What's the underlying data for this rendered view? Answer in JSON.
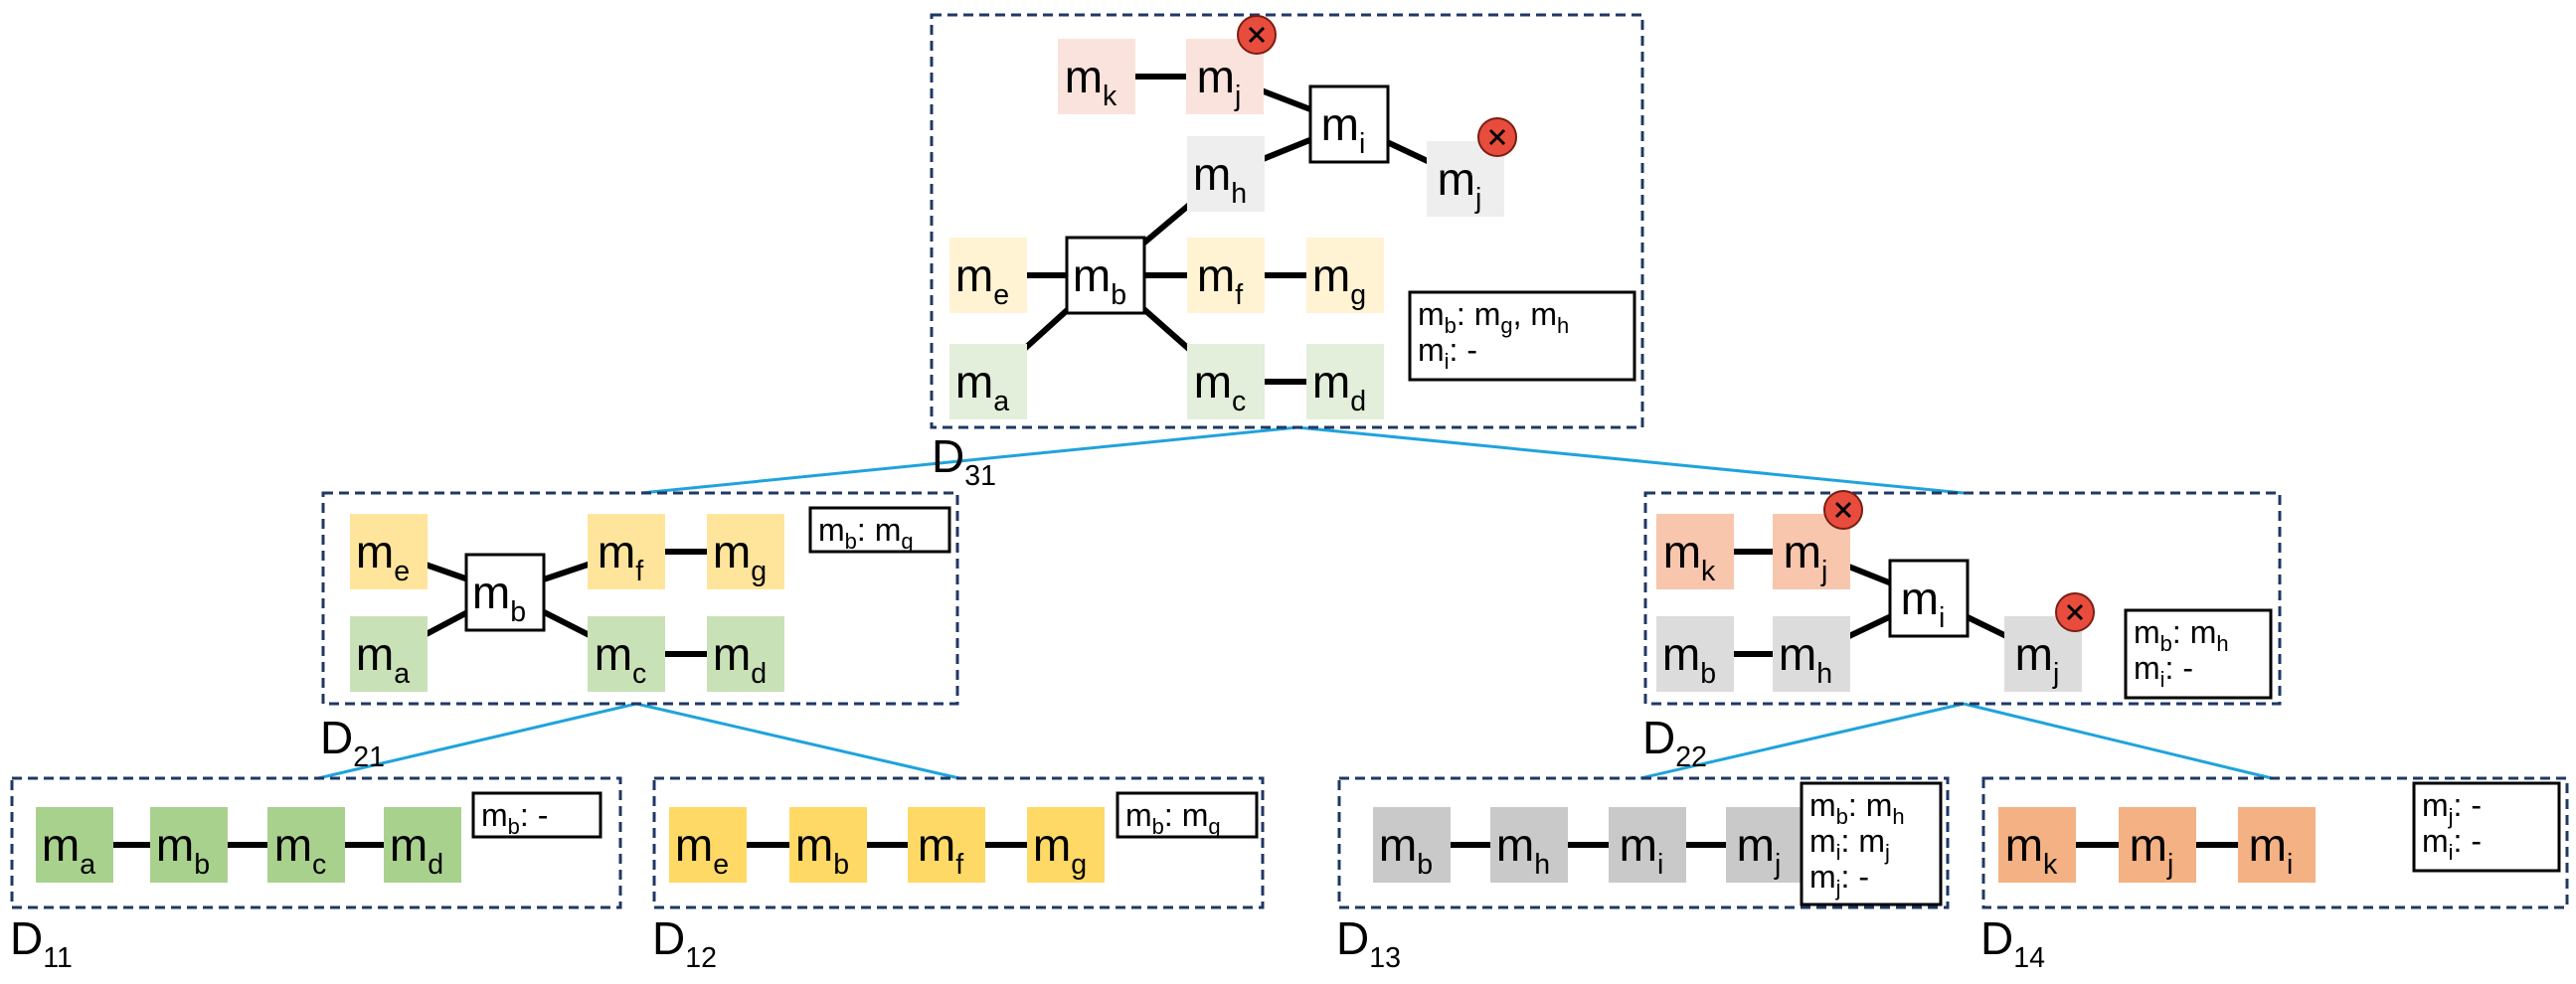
{
  "panels": [
    {
      "id": "d31",
      "label": "D",
      "label_sub": "31",
      "nodes": [
        {
          "id": "mk",
          "base": "m",
          "sub": "k",
          "fill": "#fae3dc",
          "boxed": false
        },
        {
          "id": "mj1",
          "base": "m",
          "sub": "j",
          "fill": "#fae3dc",
          "boxed": false,
          "removed": true
        },
        {
          "id": "mi",
          "base": "m",
          "sub": "i",
          "fill": "#ffffff",
          "boxed": true
        },
        {
          "id": "mj2",
          "base": "m",
          "sub": "j",
          "fill": "#eeeeee",
          "boxed": false,
          "removed": true
        },
        {
          "id": "mh",
          "base": "m",
          "sub": "h",
          "fill": "#eeeeee",
          "boxed": false
        },
        {
          "id": "me",
          "base": "m",
          "sub": "e",
          "fill": "#fff3d3",
          "boxed": false
        },
        {
          "id": "mb",
          "base": "m",
          "sub": "b",
          "fill": "#ffffff",
          "boxed": true
        },
        {
          "id": "mf",
          "base": "m",
          "sub": "f",
          "fill": "#fff3d3",
          "boxed": false
        },
        {
          "id": "mg",
          "base": "m",
          "sub": "g",
          "fill": "#fff3d3",
          "boxed": false
        },
        {
          "id": "ma",
          "base": "m",
          "sub": "a",
          "fill": "#e3eedb",
          "boxed": false
        },
        {
          "id": "mc",
          "base": "m",
          "sub": "c",
          "fill": "#e3eedb",
          "boxed": false
        },
        {
          "id": "md",
          "base": "m",
          "sub": "d",
          "fill": "#e3eedb",
          "boxed": false
        }
      ],
      "info": [
        [
          {
            "t": "m"
          },
          {
            "s": "b"
          },
          {
            "t": ": m"
          },
          {
            "s": "g"
          },
          {
            "t": ", m"
          },
          {
            "s": "h"
          }
        ],
        [
          {
            "t": "m"
          },
          {
            "s": "i"
          },
          {
            "t": ": -"
          }
        ]
      ]
    },
    {
      "id": "d21",
      "label": "D",
      "label_sub": "21",
      "nodes": [
        {
          "id": "me",
          "base": "m",
          "sub": "e",
          "fill": "#ffe49b",
          "boxed": false
        },
        {
          "id": "mb",
          "base": "m",
          "sub": "b",
          "fill": "#ffffff",
          "boxed": true
        },
        {
          "id": "mf",
          "base": "m",
          "sub": "f",
          "fill": "#ffe49b",
          "boxed": false
        },
        {
          "id": "mg",
          "base": "m",
          "sub": "g",
          "fill": "#ffe49b",
          "boxed": false
        },
        {
          "id": "ma",
          "base": "m",
          "sub": "a",
          "fill": "#c9e1b6",
          "boxed": false
        },
        {
          "id": "mc",
          "base": "m",
          "sub": "c",
          "fill": "#c9e1b6",
          "boxed": false
        },
        {
          "id": "md",
          "base": "m",
          "sub": "d",
          "fill": "#c9e1b6",
          "boxed": false
        }
      ],
      "info": [
        [
          {
            "t": "m"
          },
          {
            "s": "b"
          },
          {
            "t": ": m"
          },
          {
            "s": "g"
          }
        ]
      ]
    },
    {
      "id": "d22",
      "label": "D",
      "label_sub": "22",
      "nodes": [
        {
          "id": "mk",
          "base": "m",
          "sub": "k",
          "fill": "#f7c6ad",
          "boxed": false
        },
        {
          "id": "mj1",
          "base": "m",
          "sub": "j",
          "fill": "#f7c6ad",
          "boxed": false,
          "removed": true
        },
        {
          "id": "mi",
          "base": "m",
          "sub": "i",
          "fill": "#ffffff",
          "boxed": true
        },
        {
          "id": "mb",
          "base": "m",
          "sub": "b",
          "fill": "#dcdcdc",
          "boxed": false
        },
        {
          "id": "mh",
          "base": "m",
          "sub": "h",
          "fill": "#dcdcdc",
          "boxed": false
        },
        {
          "id": "mj2",
          "base": "m",
          "sub": "j",
          "fill": "#dcdcdc",
          "boxed": false,
          "removed": true
        }
      ],
      "info": [
        [
          {
            "t": "m"
          },
          {
            "s": "b"
          },
          {
            "t": ": m"
          },
          {
            "s": "h"
          }
        ],
        [
          {
            "t": "m"
          },
          {
            "s": "i"
          },
          {
            "t": ": -"
          }
        ]
      ]
    },
    {
      "id": "d11",
      "label": "D",
      "label_sub": "11",
      "nodes": [
        {
          "id": "ma",
          "base": "m",
          "sub": "a",
          "fill": "#a9d18e",
          "boxed": false
        },
        {
          "id": "mb",
          "base": "m",
          "sub": "b",
          "fill": "#a9d18e",
          "boxed": false
        },
        {
          "id": "mc",
          "base": "m",
          "sub": "c",
          "fill": "#a9d18e",
          "boxed": false
        },
        {
          "id": "md",
          "base": "m",
          "sub": "d",
          "fill": "#a9d18e",
          "boxed": false
        }
      ],
      "info": [
        [
          {
            "t": "m"
          },
          {
            "s": "b"
          },
          {
            "t": ": -"
          }
        ]
      ]
    },
    {
      "id": "d12",
      "label": "D",
      "label_sub": "12",
      "nodes": [
        {
          "id": "me",
          "base": "m",
          "sub": "e",
          "fill": "#ffd966",
          "boxed": false
        },
        {
          "id": "mb",
          "base": "m",
          "sub": "b",
          "fill": "#ffd966",
          "boxed": false
        },
        {
          "id": "mf",
          "base": "m",
          "sub": "f",
          "fill": "#ffd966",
          "boxed": false
        },
        {
          "id": "mg",
          "base": "m",
          "sub": "g",
          "fill": "#ffd966",
          "boxed": false
        }
      ],
      "info": [
        [
          {
            "t": "m"
          },
          {
            "s": "b"
          },
          {
            "t": ": m"
          },
          {
            "s": "g"
          }
        ]
      ]
    },
    {
      "id": "d13",
      "label": "D",
      "label_sub": "13",
      "nodes": [
        {
          "id": "mb",
          "base": "m",
          "sub": "b",
          "fill": "#c9c9c9",
          "boxed": false
        },
        {
          "id": "mh",
          "base": "m",
          "sub": "h",
          "fill": "#c9c9c9",
          "boxed": false
        },
        {
          "id": "mi",
          "base": "m",
          "sub": "i",
          "fill": "#c9c9c9",
          "boxed": false
        },
        {
          "id": "mj",
          "base": "m",
          "sub": "j",
          "fill": "#c9c9c9",
          "boxed": false
        }
      ],
      "info": [
        [
          {
            "t": "m"
          },
          {
            "s": "b"
          },
          {
            "t": ": m"
          },
          {
            "s": "h"
          }
        ],
        [
          {
            "t": "m"
          },
          {
            "s": "i"
          },
          {
            "t": ": m"
          },
          {
            "s": "j"
          }
        ],
        [
          {
            "t": "m"
          },
          {
            "s": "j"
          },
          {
            "t": ": -"
          }
        ]
      ]
    },
    {
      "id": "d14",
      "label": "D",
      "label_sub": "14",
      "nodes": [
        {
          "id": "mk",
          "base": "m",
          "sub": "k",
          "fill": "#f4b183",
          "boxed": false
        },
        {
          "id": "mj",
          "base": "m",
          "sub": "j",
          "fill": "#f4b183",
          "boxed": false
        },
        {
          "id": "mi",
          "base": "m",
          "sub": "i",
          "fill": "#f4b183",
          "boxed": false
        }
      ],
      "info": [
        [
          {
            "t": "m"
          },
          {
            "s": "j"
          },
          {
            "t": ": -"
          }
        ],
        [
          {
            "t": "m"
          },
          {
            "s": "i"
          },
          {
            "t": ": -"
          }
        ]
      ]
    }
  ],
  "colors": {
    "panel_border": "#1f3864",
    "tree_connector": "#1fa3dc",
    "edge": "#000000",
    "removed_badge": "#e84c3d"
  },
  "icons": {
    "removed": "close-circle-icon"
  }
}
